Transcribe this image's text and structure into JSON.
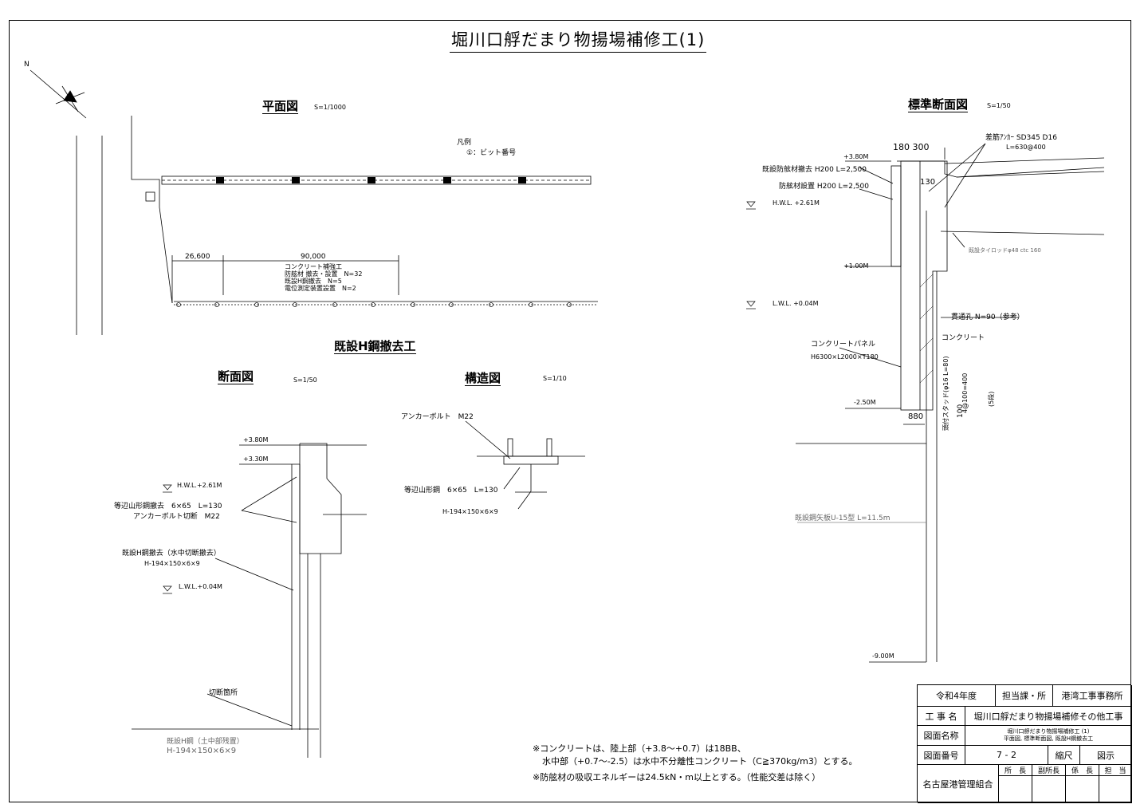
{
  "title": "堀川口艀だまり物揚場補修工(1)",
  "headings": {
    "plan": "平面図",
    "plan_scale": "S=1/1000",
    "removal": "既設H鋼撤去工",
    "section": "断面図",
    "section_scale": "S=1/50",
    "structure": "構造図",
    "structure_scale": "S=1/10",
    "standard": "標準断面図",
    "standard_scale": "S=1/50"
  },
  "plan": {
    "legend_title": "凡例",
    "legend_item": "①：ビット番号",
    "dim_1": "26,600",
    "dim_2": "90,000",
    "work_1": "コンクリート補強工",
    "work_2": "防舷材 撤去・設置　N=32",
    "work_3": "既設H鋼撤去　N=5",
    "work_4": "電位測定装置設置　N=2",
    "north": "N"
  },
  "section": {
    "lv_380": "+3.80M",
    "lv_330": "+3.30M",
    "hwl": "H.W.L.+2.61M",
    "angle_remove": "等辺山形鋼撤去　6×65　L=130",
    "anchor_cut": "アンカーボルト切断　M22",
    "h_remove": "既設H鋼撤去（水中切断撤去）",
    "h_size": "H-194×150×6×9",
    "lwl": "L.W.L.+0.04M",
    "cut_point": "切断箇所",
    "existing_h": "既設H鋼（土中部残置）",
    "existing_h_size": "H-194×150×6×9"
  },
  "structure": {
    "anchor": "アンカーボルト　M22",
    "angle": "等辺山形鋼　6×65　L=130",
    "h_beam": "H-194×150×6×9"
  },
  "standard": {
    "dim_top": "180 300",
    "rebar": "差筋ｱﾝｶｰ SD345 D16",
    "rebar_len": "L=630@400",
    "lv_380": "+3.80M",
    "fender_remove": "既設防舷材撤去 H200 L=2,500",
    "fender_install": "防舷材設置 H200 L=2,500",
    "dim_130": "130",
    "hwl": "H.W.L. +2.61M",
    "tie_rod": "既設タイロッドφ48 ctc 160",
    "lv_100": "+1.00M",
    "lwl": "L.W.L. +0.04M",
    "through_hole": "貫通孔 N=90（参考）",
    "concrete": "コンクリート",
    "panel": "コンクリートパネル",
    "panel_size": "H6300×L2000×T180",
    "stud_1": "頭付スタッド(φ16 L=80)",
    "stud_2": "4@100=400",
    "stud_3": "(5段)",
    "dim_100": "100",
    "lv_m250": "-2.50M",
    "dim_880": "880",
    "sheet_pile": "既設鋼矢板U-15型 L=11.5m",
    "lv_m900": "-9.00M"
  },
  "notes": {
    "n1": "※コンクリートは、陸上部（+3.8～+0.7）は18BB、",
    "n2": "水中部（+0.7～-2.5）は水中不分離性コンクリート（C≧370kg/m3）とする。",
    "n3": "※防舷材の吸収エネルギーは24.5kN・m以上とする。（性能交差は除く）"
  },
  "titleblock": {
    "year": "令和4年度",
    "dept_label": "担当課・所",
    "dept": "港湾工事事務所",
    "work_label": "工 事 名",
    "work": "堀川口艀だまり物揚場補修その他工事",
    "drawing_label": "図面名称",
    "drawing_1": "堀川口艀だまり物揚場補修工 (1)",
    "drawing_2": "平面図, 標準断面図, 既設H鋼撤去工",
    "number_label": "図面番号",
    "number": "7 - 2",
    "scale_label": "縮尺",
    "scale": "図示",
    "org": "名古屋港管理組合",
    "r1": "所　長",
    "r2": "副所長",
    "r3": "係　長",
    "r4": "担　当"
  }
}
